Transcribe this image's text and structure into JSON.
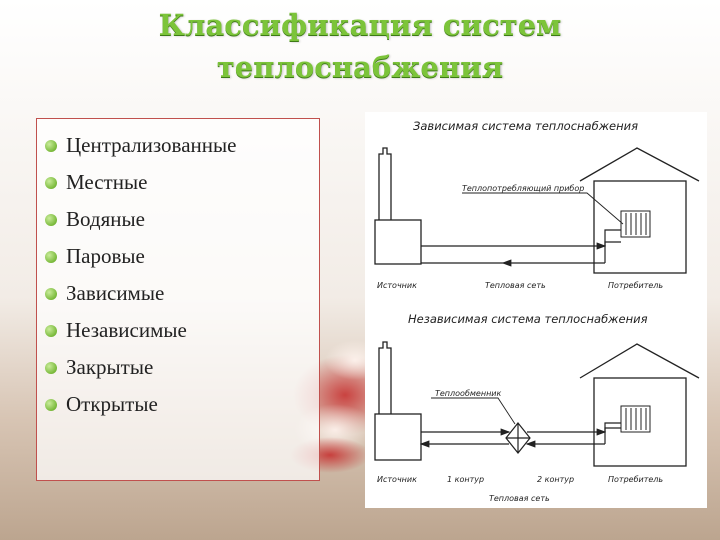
{
  "slide": {
    "title_line1": "Классификация систем",
    "title_line2": "теплоснабжения"
  },
  "bullets": [
    "Централизованные",
    "Местные",
    "Водяные",
    "Паровые",
    "Зависимые",
    "Независимые",
    "Закрытые",
    "Открытые"
  ],
  "diagram": {
    "dependent": {
      "title": "Зависимая система теплоснабжения",
      "device_label": "Теплопотребляющий прибор",
      "source_label": "Источник",
      "network_label": "Тепловая сеть",
      "consumer_label": "Потребитель"
    },
    "independent": {
      "title": "Независимая система теплоснабжения",
      "exchanger_label": "Теплообменник",
      "source_label": "Источник",
      "loop1_label": "1 контур",
      "loop2_label": "2 контур",
      "consumer_label": "Потребитель",
      "network_label": "Тепловая сеть"
    }
  },
  "colors": {
    "title_green": "#7cc43a",
    "bullet_green": "#79b93a",
    "panel_border": "#c0504d"
  }
}
